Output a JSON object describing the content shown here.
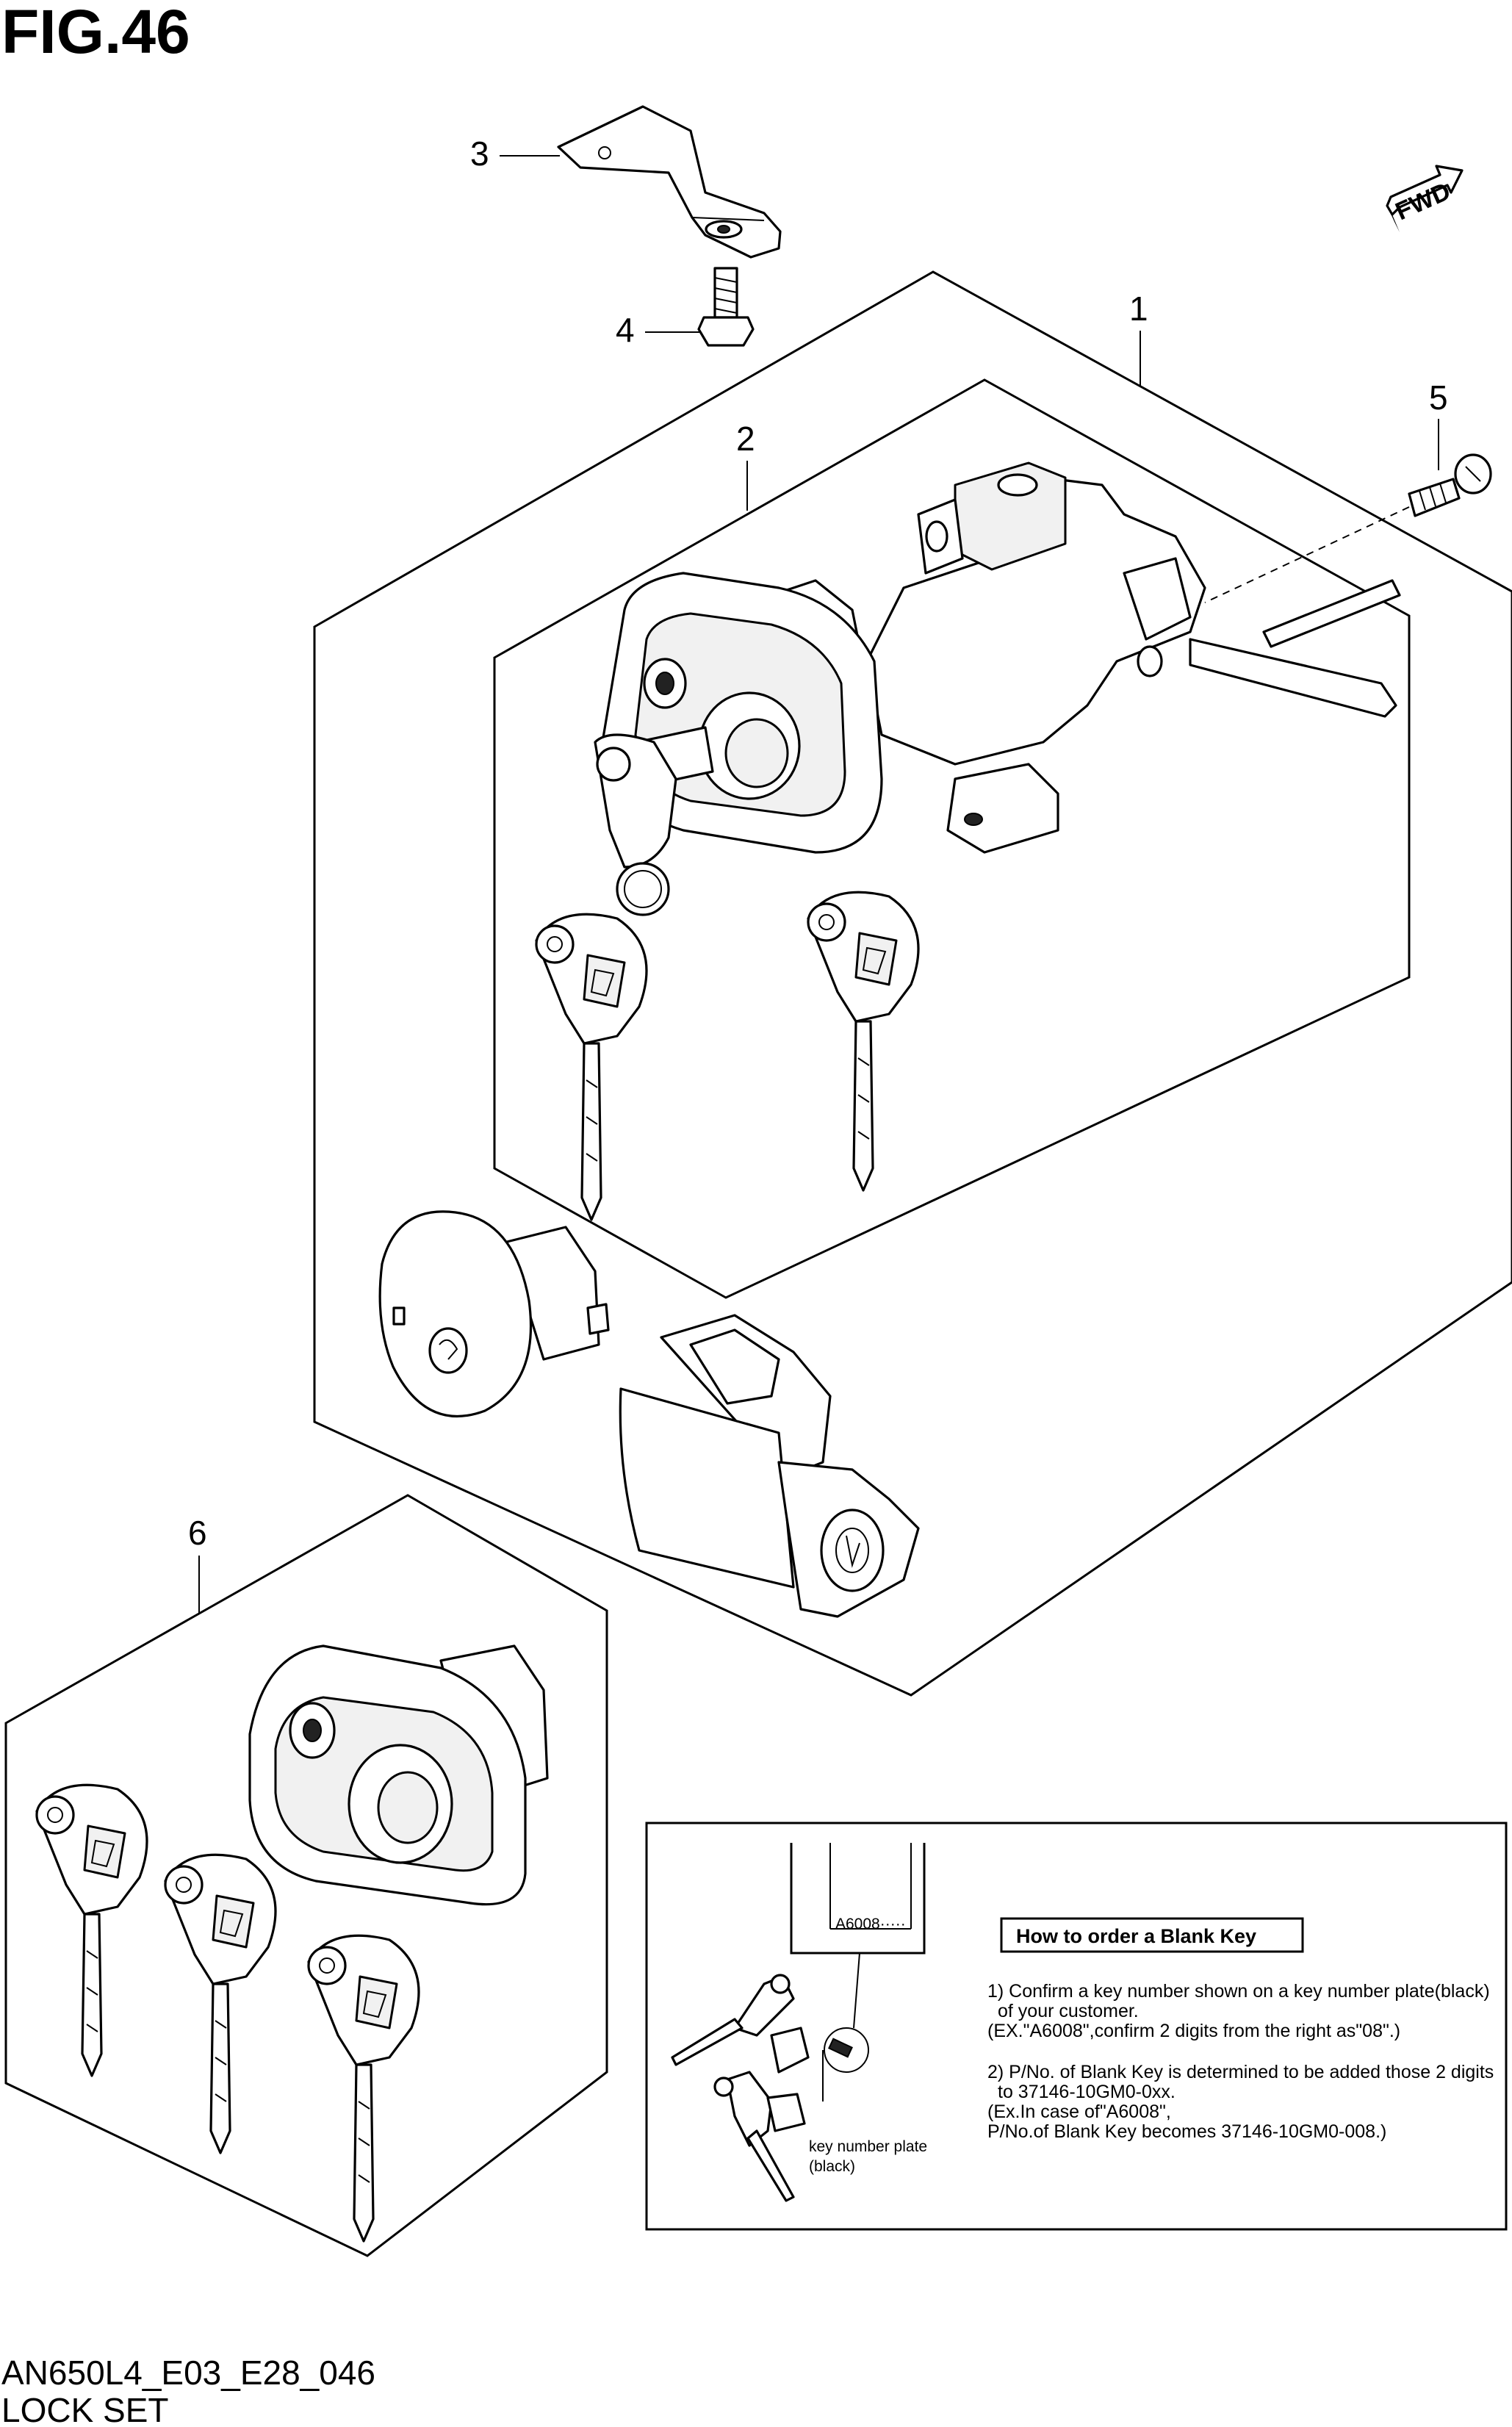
{
  "figure": {
    "title": "FIG.46",
    "code": "AN650L4_E03_E28_046",
    "name": "LOCK SET"
  },
  "direction_badge": "FWD",
  "callouts": [
    {
      "number": "1"
    },
    {
      "number": "2"
    },
    {
      "number": "3"
    },
    {
      "number": "4"
    },
    {
      "number": "5"
    },
    {
      "number": "6"
    }
  ],
  "info_box": {
    "heading": "How to order a Blank Key",
    "plate_text": "A6008·····",
    "plate_label_line1": "key number plate",
    "plate_label_line2": "(black)",
    "steps": [
      {
        "lines": [
          "1) Confirm a key number shown on a key number plate(black)",
          "of your customer.",
          "(EX.\"A6008\",confirm 2 digits from the right as\"08\".)"
        ]
      },
      {
        "lines": [
          "2) P/No. of Blank Key is determined to be added those 2 digits",
          "to 37146-10GM0-0xx.",
          "(Ex.In case of\"A6008\",",
          "P/No.of Blank Key becomes 37146-10GM0-008.)"
        ]
      }
    ]
  }
}
